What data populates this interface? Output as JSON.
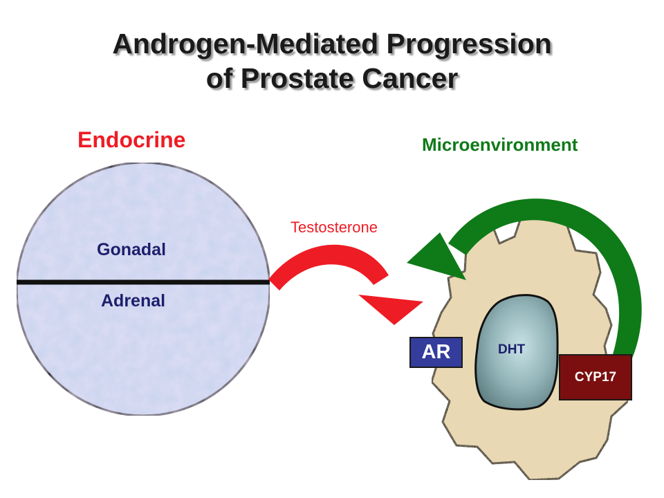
{
  "title": {
    "line1": "Androgen-Mediated Progression",
    "line2": "of Prostate Cancer"
  },
  "left": {
    "heading": "Endocrine",
    "upper_label": "Gonadal",
    "lower_label": "Adrenal"
  },
  "right": {
    "heading": "Microenvironment",
    "receptor_label": "AR",
    "nucleus_label": "DHT",
    "enzyme_label": "CYP17"
  },
  "arrow": {
    "label": "Testosterone"
  },
  "colors": {
    "red": "#ee1c25",
    "green": "#0f7a18",
    "navy": "#1c1f6b",
    "ar_fill": "#343c9c",
    "cyp_fill": "#7b0f0f",
    "circle_fill": "#c7d4ee",
    "cell_fill": "#e9d8b1",
    "nucleus_fill": "#87a9ad"
  }
}
